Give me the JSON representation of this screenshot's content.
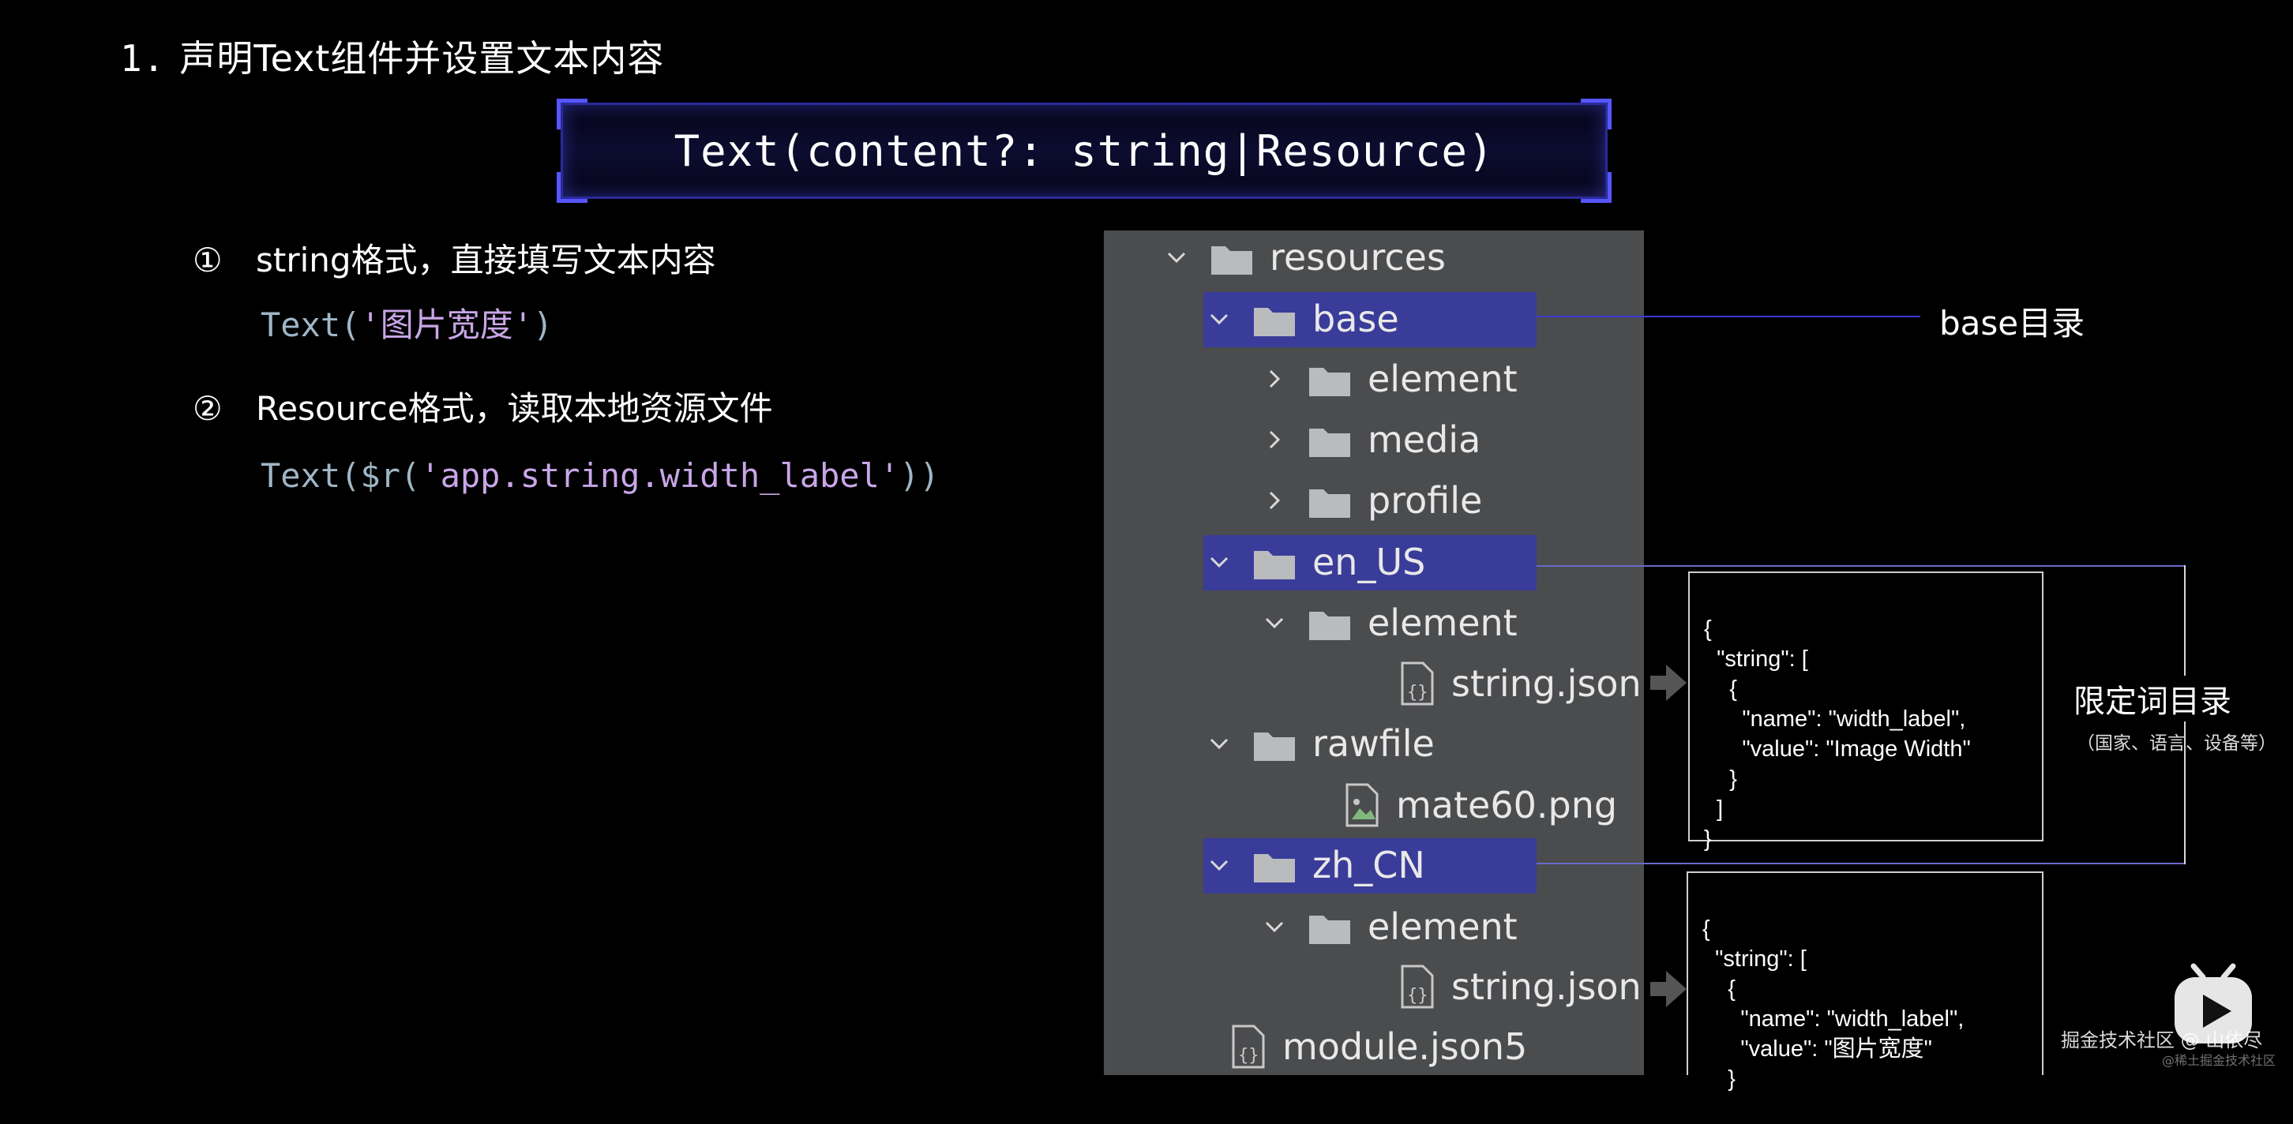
{
  "heading": {
    "number": "1.",
    "title": "声明Text组件并设置文本内容"
  },
  "signature": "Text(content?: string|Resource)",
  "items": [
    {
      "marker": "①",
      "text": "string格式，直接填写文本内容",
      "code_fn": "Text(",
      "code_str": "'图片宽度'",
      "code_end": ")"
    },
    {
      "marker": "②",
      "text": "Resource格式，读取本地资源文件",
      "code_fn": "Text($r(",
      "code_str": "'app.string.width_label'",
      "code_end": "))"
    }
  ],
  "tree": [
    {
      "label": "resources",
      "type": "folder",
      "chevron": "down"
    },
    {
      "label": "base",
      "type": "folder",
      "chevron": "down",
      "selected": true
    },
    {
      "label": "element",
      "type": "folder",
      "chevron": "right"
    },
    {
      "label": "media",
      "type": "folder",
      "chevron": "right"
    },
    {
      "label": "profile",
      "type": "folder",
      "chevron": "right"
    },
    {
      "label": "en_US",
      "type": "folder",
      "chevron": "down",
      "selected": true
    },
    {
      "label": "element",
      "type": "folder",
      "chevron": "down"
    },
    {
      "label": "string.json",
      "type": "json-file"
    },
    {
      "label": "rawfile",
      "type": "folder",
      "chevron": "down"
    },
    {
      "label": "mate60.png",
      "type": "image-file"
    },
    {
      "label": "zh_CN",
      "type": "folder",
      "chevron": "down",
      "selected": true
    },
    {
      "label": "element",
      "type": "folder",
      "chevron": "down"
    },
    {
      "label": "string.json",
      "type": "json-file"
    },
    {
      "label": "module.json5",
      "type": "json-file"
    }
  ],
  "annotations": {
    "base_label": "base目录",
    "qualifier_label": "限定词目录",
    "qualifier_sub": "（国家、语言、设备等）"
  },
  "json_en": {
    "l1": "{",
    "l2": "  \"string\": [",
    "l3": "    {",
    "l4": "      \"name\": \"width_label\",",
    "l5": "      \"value\": \"Image Width\"",
    "l6": "    }",
    "l7": "  ]",
    "l8": "}"
  },
  "json_zh": {
    "l1": "{",
    "l2": "  \"string\": [",
    "l3": "    {",
    "l4": "      \"name\": \"width_label\",",
    "l5": "      \"value\": \"图片宽度\"",
    "l6": "    }",
    "l7": "  ]",
    "l8": "}"
  },
  "watermark": {
    "main": "掘金技术社区 @ 山依尽",
    "small": "@稀土掘金技术社区"
  },
  "colors": {
    "accent": "#3a3c9a",
    "code_fn": "#9fb6c6",
    "code_str": "#c9a6e8",
    "tree_bg": "#4b4c4e"
  }
}
